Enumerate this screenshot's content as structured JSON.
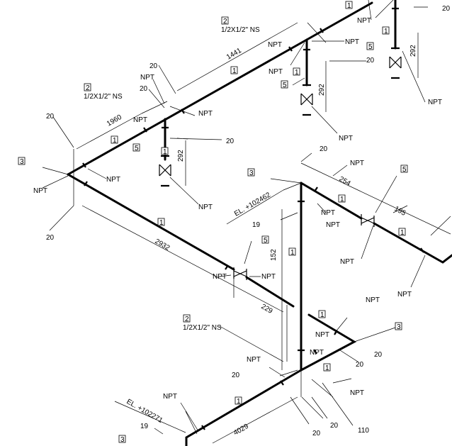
{
  "callouts": {
    "npt": "NPT",
    "dim_20": "20",
    "dim_19": "19",
    "dim_110": "110"
  },
  "tags": {
    "pipe": "1",
    "branch": "2",
    "elbow": "3",
    "valve": "5"
  },
  "branch_spec": "1/2X1/2\" NS",
  "dimensions": {
    "d1441": "1441",
    "d1960": "1960",
    "d292": "292",
    "d2932": "2932",
    "d229": "229",
    "d254": "254",
    "d195": "195",
    "d152": "152",
    "d4029": "4029"
  },
  "elevations": {
    "upper": "EL. +102462",
    "lower": "EL. +102271"
  }
}
